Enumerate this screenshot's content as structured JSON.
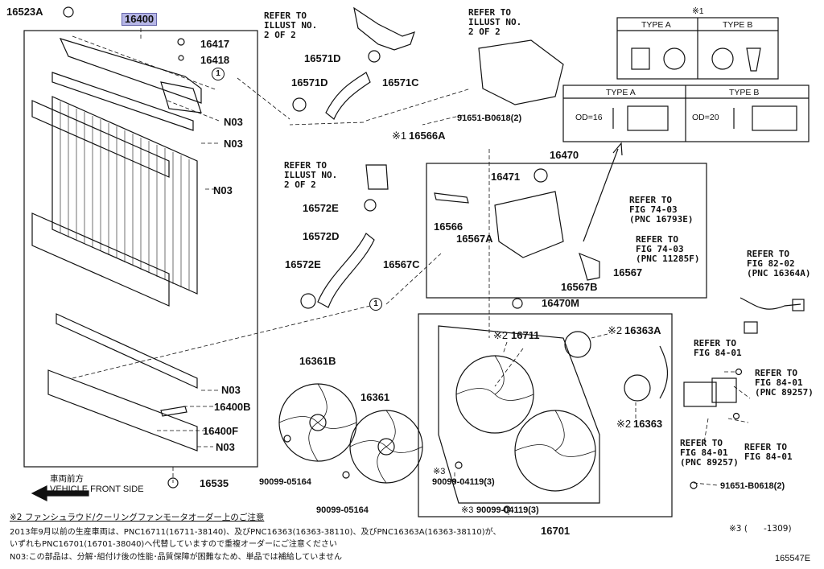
{
  "parts": {
    "p16523A": "16523A",
    "p16400": "16400",
    "p16417": "16417",
    "p16418": "16418",
    "p16400B": "16400B",
    "p16400F": "16400F",
    "p16535": "16535",
    "p16571D": "16571D",
    "p16571D_b": "16571D",
    "p16571C": "16571C",
    "p16566A": "16566A",
    "p91651a": "91651-B0618(2)",
    "p16470": "16470",
    "p16471": "16471",
    "p16566": "16566",
    "p16567A": "16567A",
    "p16567": "16567",
    "p16567B": "16567B",
    "p16572E_a": "16572E",
    "p16572D": "16572D",
    "p16572E_b": "16572E",
    "p16567C": "16567C",
    "p16470M": "16470M",
    "p16711": "16711",
    "p16363A": "16363A",
    "p16363": "16363",
    "p16361B": "16361B",
    "p16361": "16361",
    "p90099_05164a": "90099-05164",
    "p90099_05164b": "90099-05164",
    "p90099_04119a": "90099-04119(3)",
    "p90099_04119b": "90099-04119(3)",
    "p16701": "16701",
    "p91651b": "91651-B0618(2)",
    "n03": "N03"
  },
  "marks": {
    "kome1": "※1",
    "kome2": "※2",
    "kome3": "※3",
    "circle1": "1"
  },
  "refs": {
    "illust_top": "REFER TO\nILLUST NO.\n2 OF 2",
    "illust_top2": "REFER TO\nILLUST NO.\n2 OF 2",
    "illust_mid": "REFER TO\nILLUST NO.\n2 OF 2",
    "fig7403a": "REFER TO\nFIG 74-03\n(PNC 16793E)",
    "fig7403b": "REFER TO\nFIG 74-03\n(PNC 11285F)",
    "fig8202": "REFER TO\nFIG 82-02\n(PNC 16364A)",
    "fig8401a": "REFER TO\nFIG 84-01",
    "fig8401b": "REFER TO\nFIG 84-01\n(PNC 89257)",
    "fig8401c": "REFER TO\nFIG 84-01\n(PNC 89257)",
    "fig8401d": "REFER TO\nFIG 84-01"
  },
  "type_table": {
    "title": "※1",
    "type_a": "TYPE A",
    "type_b": "TYPE B"
  },
  "od_table": {
    "type_a": "TYPE A",
    "type_b": "TYPE B",
    "od_a": "OD=16",
    "od_b": "OD=20"
  },
  "front": {
    "jp": "車両前方",
    "en": "VEHICLE FRONT SIDE"
  },
  "footer": {
    "note_title": "※2 ファンシュラウド/クーリングファンモータオーダー上のご注意",
    "line1": "2013年9月以前の生産車両は、PNC16711(16711-38140)、及びPNC16363(16363-38110)、及びPNC16363A(16363-38110)が、",
    "line2": "いずれもPNC16701(16701-38040)へ代替していますので重複オーダーにご注意ください",
    "line3": "N03:この部品は、分解･組付け後の性能･品質保障が困難なため、単品では補給していません",
    "range": "※3 (      -1309)",
    "fig_id": "165547E"
  }
}
